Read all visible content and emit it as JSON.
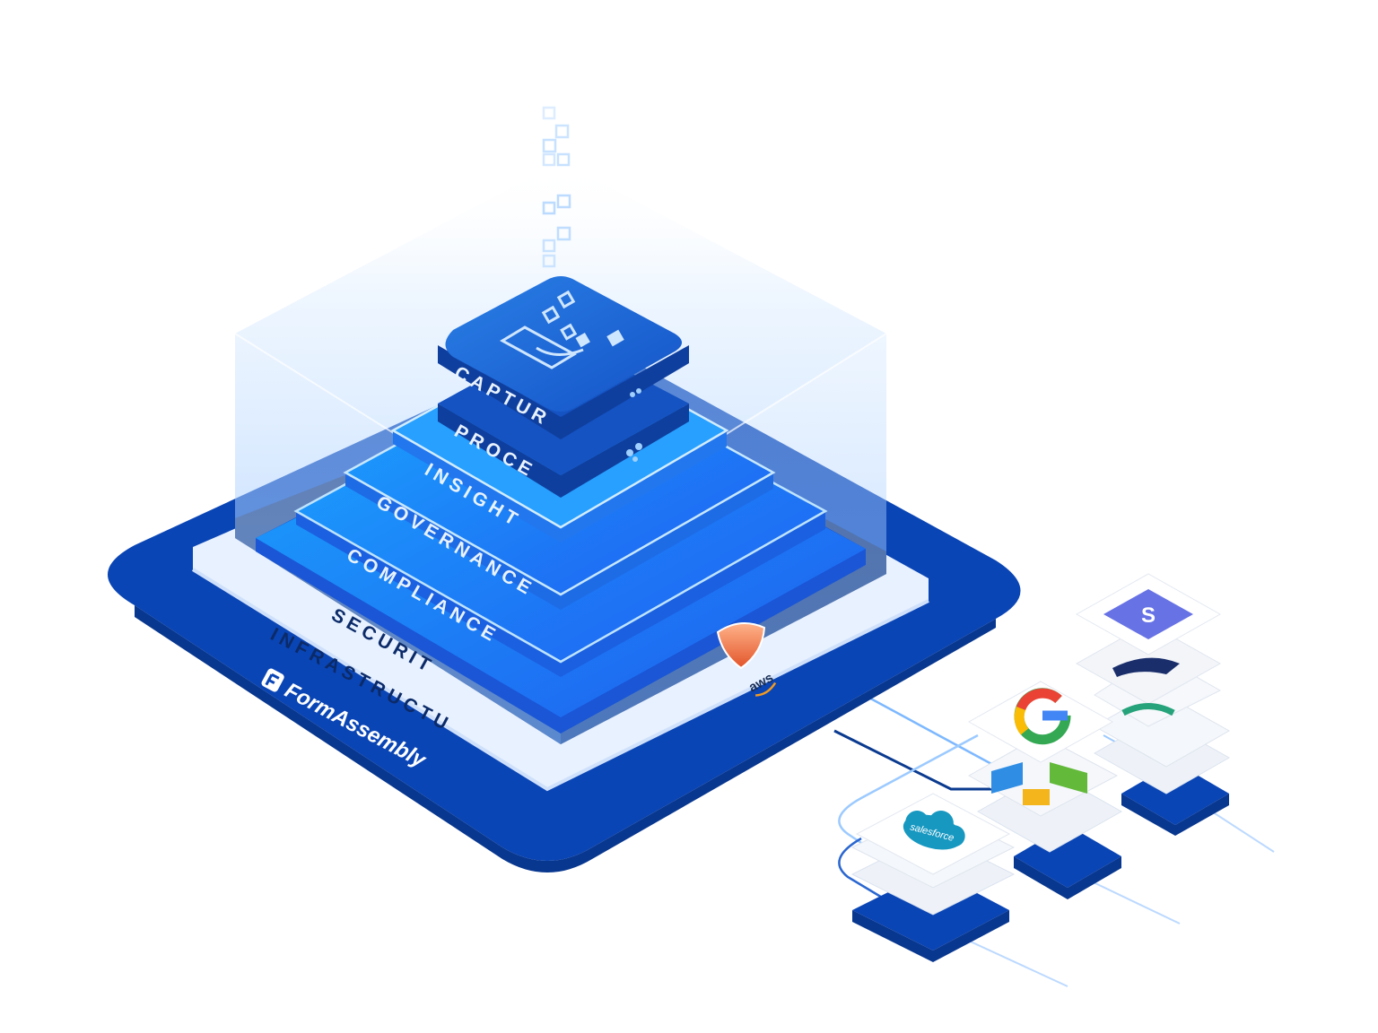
{
  "layers": {
    "capture": "CAPTURE",
    "process": "PROCESS",
    "insights": "INSIGHTS",
    "governance": "GOVERNANCE",
    "compliance": "COMPLIANCE",
    "security": "SECURITY",
    "infrastructure": "INFRASTRUCTURE"
  },
  "brand": {
    "name": "FormAssembly"
  },
  "badges": {
    "aws": "aws"
  },
  "integrations": {
    "salesforce": "salesforce",
    "stripe_letter": "S"
  },
  "colors": {
    "navy": "#0a45b5",
    "tier_blue": "#1f7cf0",
    "glass": "#bcdcff",
    "shield": "#ef6f3a",
    "google_blue": "#4285f4",
    "google_red": "#ea4335",
    "google_yellow": "#fbbc05",
    "google_green": "#34a853",
    "ms_blue": "#2f8de4",
    "ms_green": "#62b93a",
    "ms_yellow": "#f3b51b",
    "salesforce": "#1798c1",
    "stripe": "#6772e5"
  }
}
